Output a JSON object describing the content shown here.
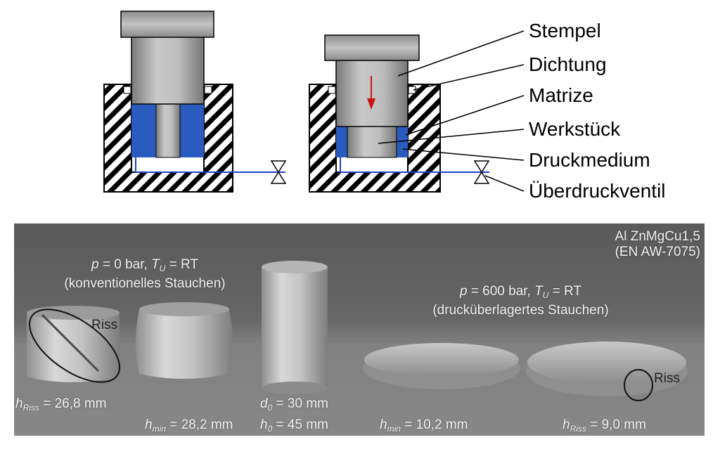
{
  "diagram": {
    "labels": [
      "Stempel",
      "Dichtung",
      "Matrize",
      "Werkstück",
      "Druckmedium",
      "Überdruckventil"
    ],
    "colors": {
      "medium": "#2a5bbf",
      "pressure_line": "#1f3fd0",
      "arrow": "#cc1111",
      "steel": "#a9a9a9"
    }
  },
  "photo": {
    "material_line1": "Al ZnMgCu1,5",
    "material_line2": "(EN AW-7075)",
    "left_condition": {
      "p_symbol": "p",
      "p_value": " = 0 bar, ",
      "t_symbol": "T",
      "t_sub": "U",
      "t_value": " = RT",
      "description": "(konventionelles Stauchen)"
    },
    "right_condition": {
      "p_symbol": "p",
      "p_value": " = 600 bar, ",
      "t_symbol": "T",
      "t_sub": "U",
      "t_value": " = RT",
      "description": "(drucküberlagertes Stauchen)"
    },
    "crack_label_1": "Riss",
    "crack_label_2": "Riss",
    "measurements": {
      "h_riss_1": {
        "symbol": "h",
        "sub": "Riss",
        "value": " = 26,8 mm"
      },
      "h_min_1": {
        "symbol": "h",
        "sub": "min",
        "value": " = 28,2 mm"
      },
      "d0": {
        "symbol": "d",
        "sub": "0",
        "value": " = 30 mm"
      },
      "h0": {
        "symbol": "h",
        "sub": "0",
        "value": " = 45 mm"
      },
      "h_min_2": {
        "symbol": "h",
        "sub": "min",
        "value": " = 10,2 mm"
      },
      "h_riss_2": {
        "symbol": "h",
        "sub": "Riss",
        "value": " = 9,0 mm"
      }
    }
  }
}
